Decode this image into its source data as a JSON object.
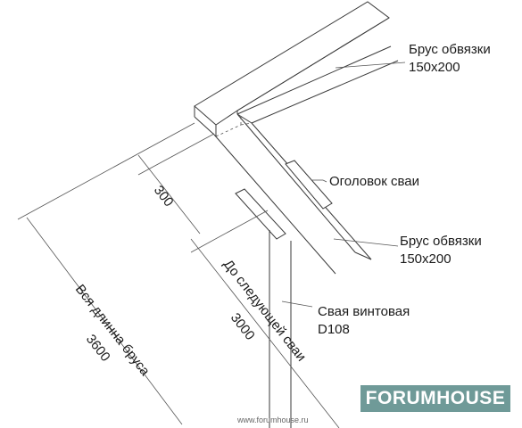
{
  "labels": {
    "beam_top_line1": "Брус обвязки",
    "beam_top_line2": "150x200",
    "pile_cap": "Оголовок сваи",
    "beam_bottom_line1": "Брус обвязки",
    "beam_bottom_line2": "150x200",
    "pile_line1": "Свая винтовая",
    "pile_line2": "D108"
  },
  "dimensions": {
    "offset": "300",
    "to_next_pile_line1": "До следующей сваи",
    "to_next_pile_line2": "3000",
    "full_length_line1": "Вся длинна бруса",
    "full_length_line2": "3600"
  },
  "branding": {
    "logo": "FORUMHOUSE",
    "site": "www.forumhouse.ru",
    "logo_color": "#6f9a98"
  }
}
